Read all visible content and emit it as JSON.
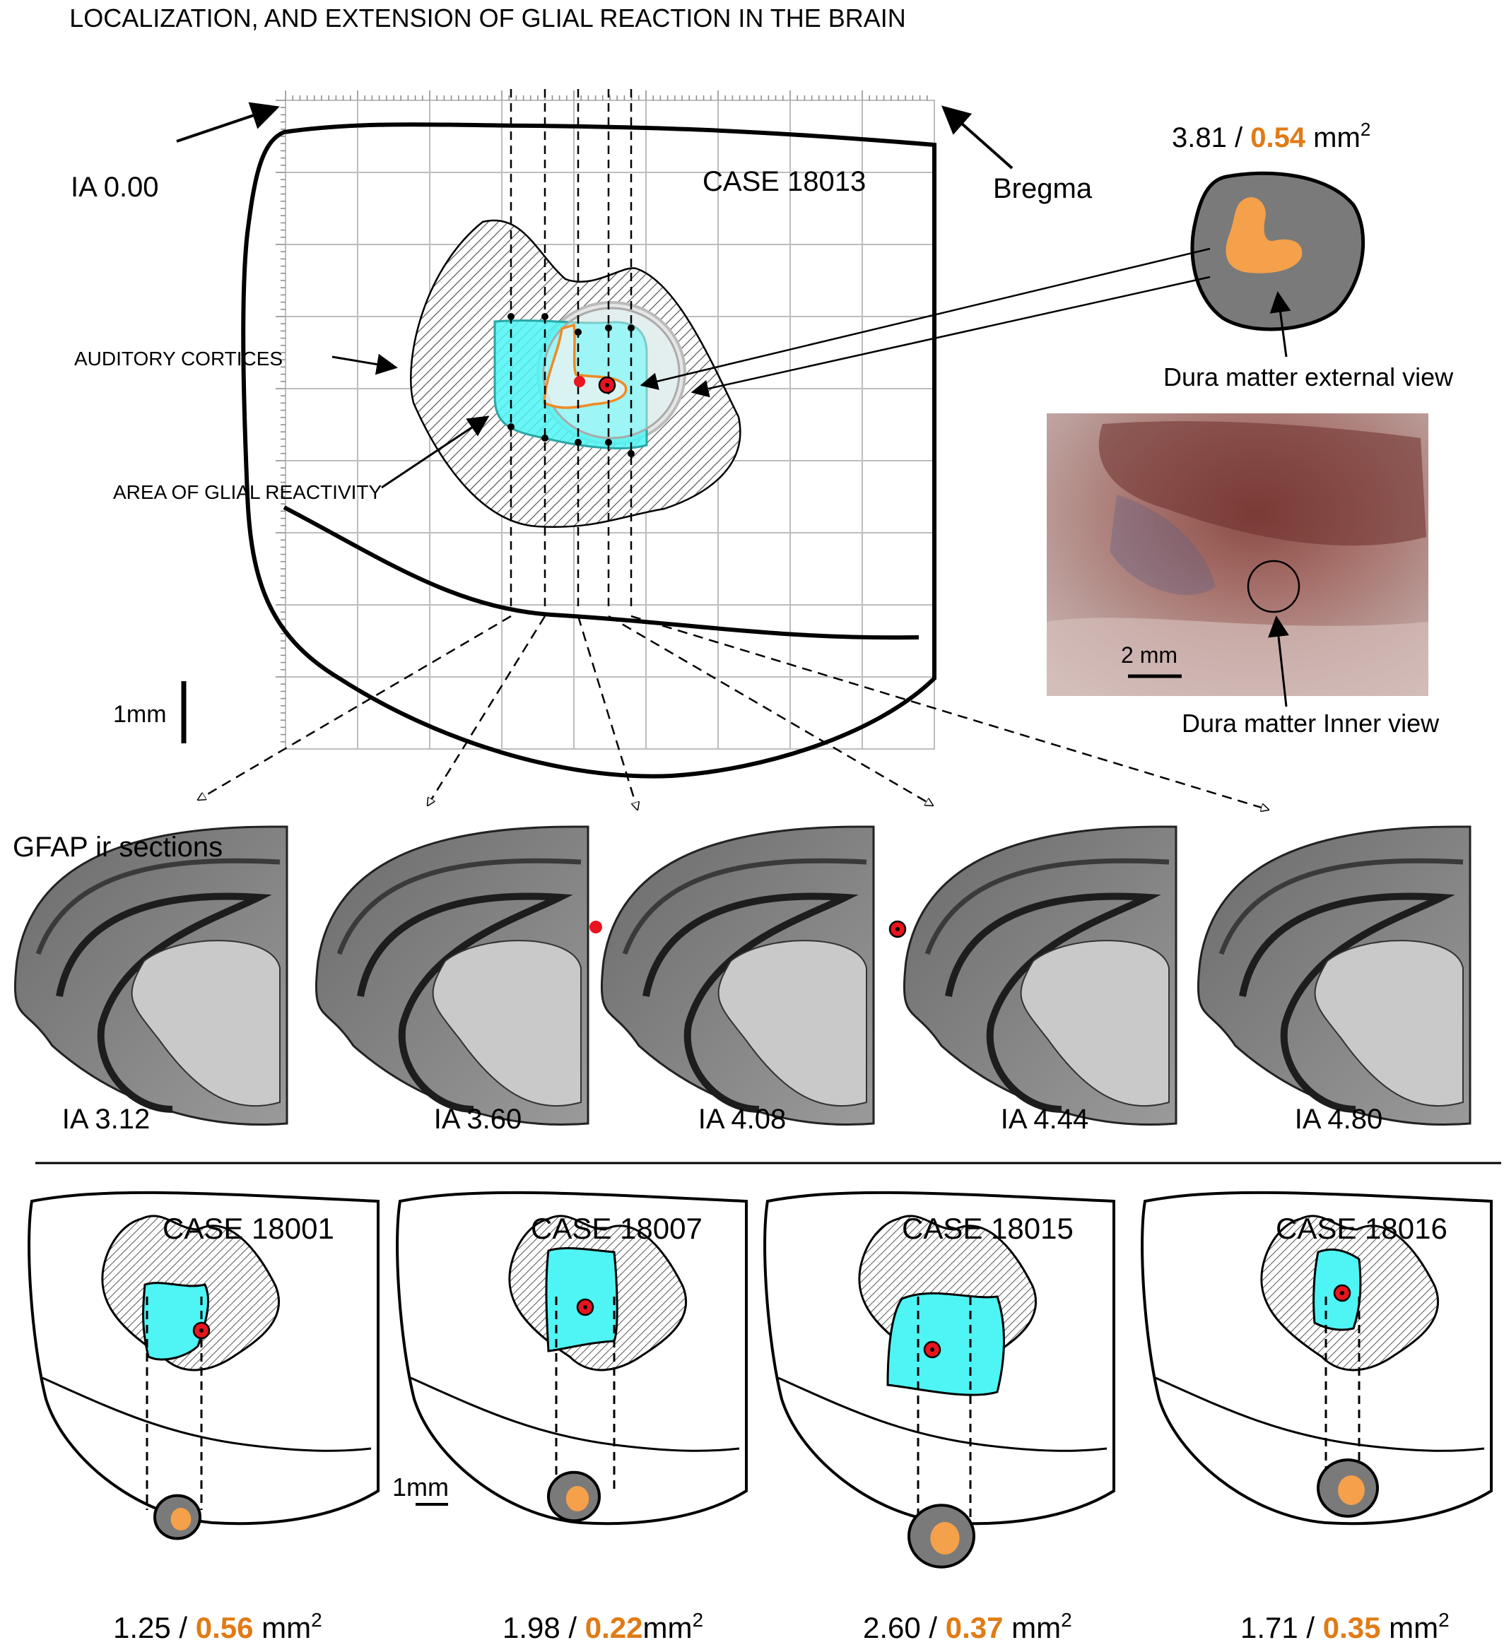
{
  "title": "LOCALIZATION, AND EXTENSION OF GLIAL REACTION  IN THE BRAIN",
  "main_map": {
    "case_label": "CASE 18013",
    "left_arrow_label": "IA 0.00",
    "right_arrow_label": "Bregma",
    "auditory_label": "AUDITORY CORTICES",
    "glial_label": "AREA OF GLIAL REACTIVITY",
    "scale_label": "1mm"
  },
  "dura_external": {
    "area_total": "3.81",
    "separator": " / ",
    "area_orange": "0.54",
    "unit": " mm",
    "unit_sup": "2",
    "caption": "Dura matter external view"
  },
  "dura_inner": {
    "scale_label": "2 mm",
    "caption": "Dura matter Inner view"
  },
  "sections": {
    "title": "GFAP ir sections",
    "labels": [
      "IA 3.12",
      "IA 3.60",
      "IA 4.08",
      "IA 4.44",
      "IA 4.80"
    ]
  },
  "cases": [
    {
      "name": "CASE 18001",
      "total": "1.25",
      "sep": " / ",
      "orange": "0.56",
      "unit": " mm",
      "sup": "2"
    },
    {
      "name": "CASE 18007",
      "total": "1.98",
      "sep": " / ",
      "orange": "0.22",
      "unit": "mm",
      "sup": "2"
    },
    {
      "name": "CASE 18015",
      "total": "2.60",
      "sep": " / ",
      "orange": "0.37",
      "unit": " mm",
      "sup": "2"
    },
    {
      "name": "CASE 18016",
      "total": "1.71",
      "sep": " / ",
      "orange": "0.35",
      "unit": " mm",
      "sup": "2"
    }
  ],
  "cases_scale_label": "1mm",
  "colors": {
    "cyan": "#4ff4f4",
    "orange": "#f5a04a",
    "orange_text": "#e07b16",
    "dura_gray": "#7a7a7a",
    "marker_red": "#e8141e",
    "grid": "#bdbdbd"
  }
}
